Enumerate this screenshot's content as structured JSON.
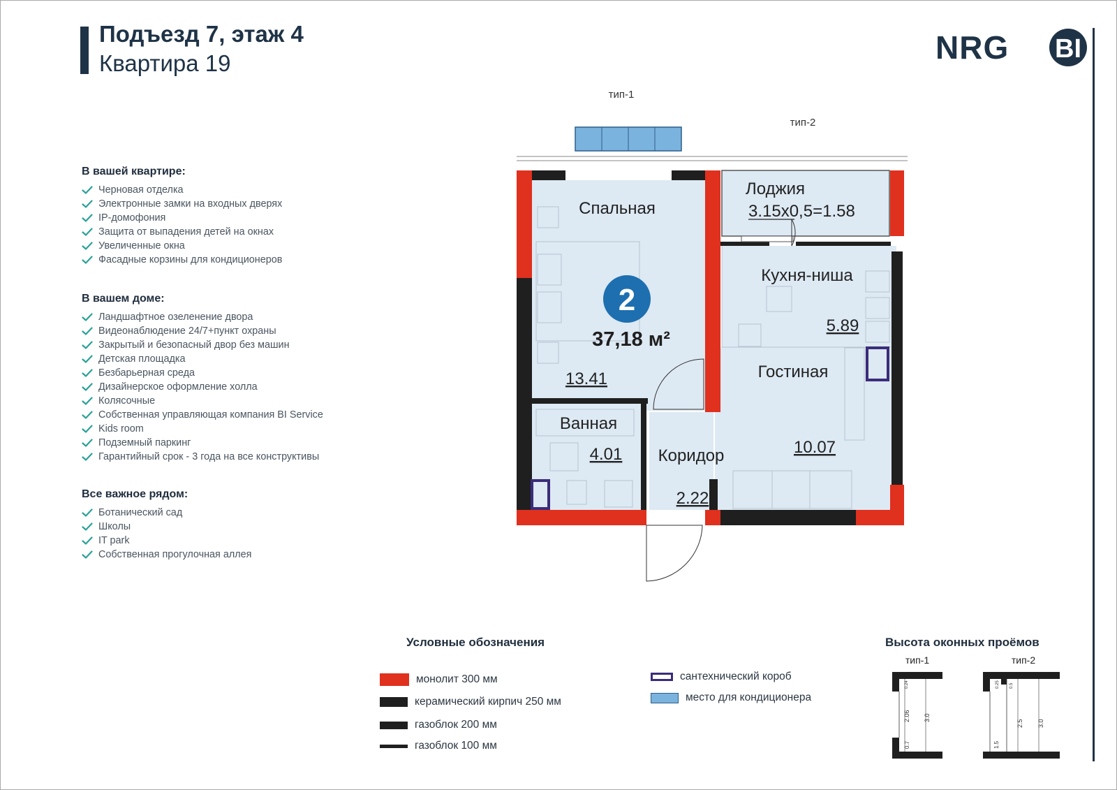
{
  "header": {
    "line1": "Подъезд 7, этаж 4",
    "line2": "Квартира 19"
  },
  "logo": {
    "text_left": "NRG",
    "text_right": "BI"
  },
  "features": {
    "apartment": {
      "title": "В вашей квартире:",
      "items": [
        "Черновая отделка",
        "Электронные замки на входных дверях",
        "IP-домофония",
        "Защита от выпадения детей на окнах",
        "Увеличенные окна",
        "Фасадные корзины для кондиционеров"
      ]
    },
    "house": {
      "title": "В вашем доме:",
      "items": [
        "Ландшафтное озеленение двора",
        "Видеонаблюдение 24/7+пункт охраны",
        "Закрытый и безопасный двор без машин",
        "Детская площадка",
        "Безбарьерная среда",
        "Дизайнерское оформление холла",
        "Колясочные",
        "Собственная управляющая компания BI Service",
        "Kids room",
        "Подземный паркинг",
        "Гарантийный срок - 3 года на все конструктивы"
      ]
    },
    "nearby": {
      "title": "Все важное рядом:",
      "items": [
        "Ботанический сад",
        "Школы",
        "IT park",
        "Собственная прогулочная аллея"
      ]
    }
  },
  "plan": {
    "window_type1": "тип-1",
    "window_type2": "тип-2",
    "rooms_count": "2",
    "total_area": "37,18 м²",
    "rooms": {
      "bedroom": {
        "name": "Спальная",
        "area": "13.41"
      },
      "loggia": {
        "name": "Лоджия",
        "area": "3.15х0,5=1.58"
      },
      "kitchen": {
        "name": "Кухня-ниша",
        "area": "5.89"
      },
      "living": {
        "name": "Гостиная",
        "area": "10.07"
      },
      "bath": {
        "name": "Ванная",
        "area": "4.01"
      },
      "corridor": {
        "name": "Коридор",
        "area": "2.22"
      }
    }
  },
  "legend": {
    "title": "Условные обозначения",
    "items": [
      "монолит 300 мм",
      "керамический кирпич 250 мм",
      "газоблок 200 мм",
      "газоблок 100 мм",
      "сантехнический короб",
      "место для кондиционера"
    ]
  },
  "window_heights": {
    "title": "Высота оконных проёмов",
    "type1": {
      "label": "тип-1",
      "dims": [
        "0.24",
        "2.06",
        "0.7",
        "3.0"
      ]
    },
    "type2": {
      "label": "тип-2",
      "dims": [
        "0.25",
        "0.5",
        "1.5",
        "2.5",
        "3.0"
      ]
    }
  },
  "colors": {
    "monolith": "#e0301e",
    "brick": "#1f1f1f",
    "room_fill": "#dde9f3",
    "aircon": "#7ab3de",
    "plumbing": "#3a2c7a",
    "brand": "#1f3347",
    "badge": "#1d6fb0",
    "check": "#2aa198"
  }
}
